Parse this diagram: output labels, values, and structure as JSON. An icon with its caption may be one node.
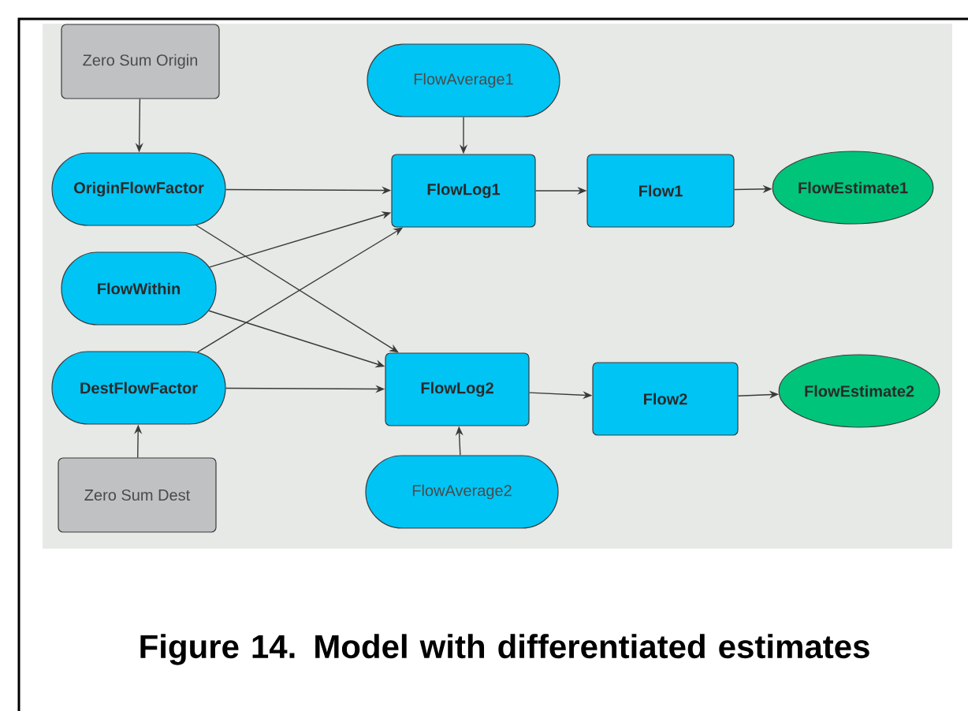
{
  "diagram": {
    "caption": "Figure 14. Model with differentiated estimates",
    "nodes": [
      {
        "text": [
          "Zero Sum Origin"
        ]
      },
      {
        "text": [
          "FlowAverage1"
        ]
      },
      {
        "text": [
          "OriginFlowFactor"
        ]
      },
      {
        "text": [
          "FlowLog1"
        ]
      },
      {
        "text": [
          "Flow1"
        ]
      },
      {
        "text": [
          "FlowEstimate1"
        ]
      },
      {
        "text": [
          "FlowWithin"
        ]
      },
      {
        "text": [
          "DestFlowFactor"
        ]
      },
      {
        "text": [
          "FlowLog2"
        ]
      },
      {
        "text": [
          "Flow2"
        ]
      },
      {
        "text": [
          "FlowEstimate2"
        ]
      },
      {
        "text": [
          "Zero Sum Dest"
        ]
      },
      {
        "text": [
          "FlowAverage2"
        ]
      }
    ],
    "edges": [
      {
        "from": 0,
        "to": 2,
        "arrow": "to"
      },
      {
        "from": 1,
        "to": 3,
        "arrow": "to"
      },
      {
        "from": 2,
        "to": 3,
        "arrow": "to"
      },
      {
        "from": 2,
        "to": 8,
        "arrow": "to"
      },
      {
        "from": 6,
        "to": 3,
        "arrow": "to"
      },
      {
        "from": 6,
        "to": 8,
        "arrow": "to"
      },
      {
        "from": 7,
        "to": 3,
        "arrow": "to"
      },
      {
        "from": 7,
        "to": 8,
        "arrow": "to"
      },
      {
        "from": 11,
        "to": 7,
        "arrow": "to"
      },
      {
        "from": 12,
        "to": 8,
        "arrow": "to"
      },
      {
        "from": 3,
        "to": 4,
        "arrow": "to"
      },
      {
        "from": 4,
        "to": 5,
        "arrow": "to"
      },
      {
        "from": 8,
        "to": 9,
        "arrow": "to"
      },
      {
        "from": 9,
        "to": 10,
        "arrow": "to"
      }
    ]
  }
}
